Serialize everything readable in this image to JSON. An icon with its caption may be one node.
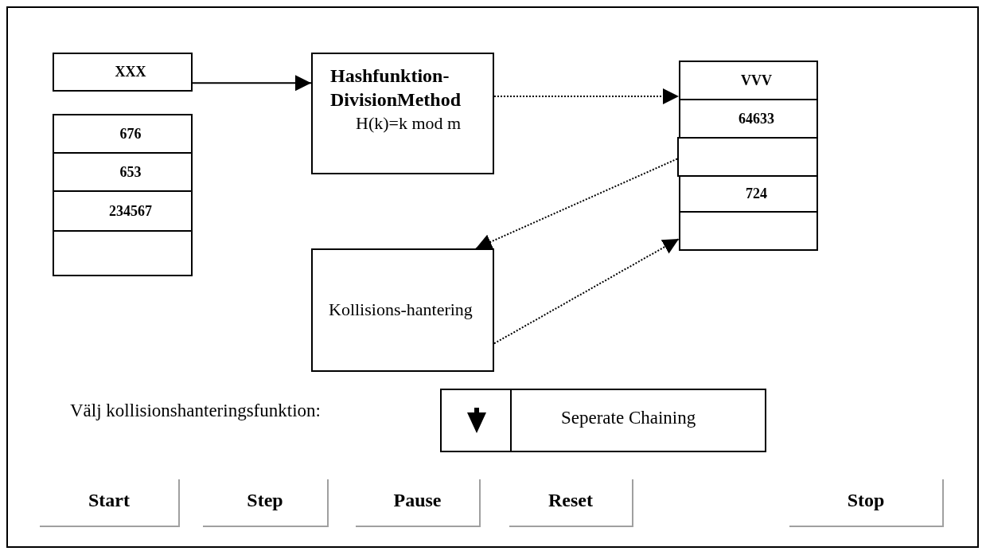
{
  "diagram": {
    "nodes": [
      {
        "text": [
          "XXX"
        ]
      },
      {
        "text": [
          "676"
        ]
      },
      {
        "text": [
          "653"
        ]
      },
      {
        "text": [
          "234567"
        ]
      },
      {
        "text": [],
        "shape": "box"
      },
      {
        "text": [
          "Hashfunktion-DivisionMethod",
          "H(k)=k mod m"
        ]
      },
      {
        "text": [
          "VVV"
        ]
      },
      {
        "text": [
          "64633"
        ]
      },
      {
        "text": [],
        "shape": "box"
      },
      {
        "text": [
          "724"
        ]
      },
      {
        "text": [],
        "shape": "box"
      },
      {
        "text": [
          "Kollisions-hantering"
        ]
      },
      {
        "text": [
          "Seperate Chaining"
        ]
      },
      {
        "text": [
          "Start"
        ]
      },
      {
        "text": [
          "Step"
        ]
      },
      {
        "text": [
          "Pause"
        ]
      },
      {
        "text": [
          "Reset"
        ]
      },
      {
        "text": [
          "Stop"
        ]
      }
    ],
    "edges": [
      {
        "from": 0,
        "to": 5,
        "arrow": "to"
      },
      {
        "from": 5,
        "to": 6,
        "arrow": "to",
        "style": "dashed"
      },
      {
        "from": 8,
        "to": 11,
        "arrow": "to",
        "style": "dashed"
      },
      {
        "from": 11,
        "to": 10,
        "arrow": "to",
        "style": "dashed"
      }
    ],
    "labels": [
      "Välj kollisionshanteringsfunktion:"
    ]
  }
}
